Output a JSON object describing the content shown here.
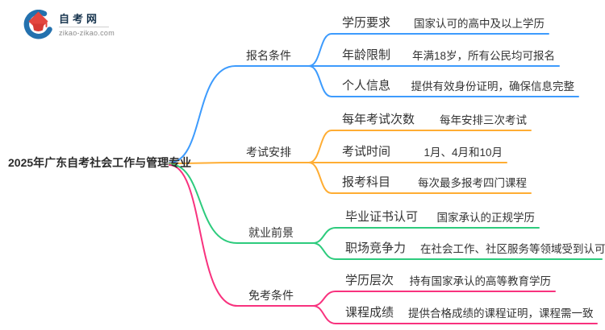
{
  "logo": {
    "title": "自考网",
    "domain": "zikao-zikao.com",
    "icon": "graduation-cap-icon"
  },
  "central_topic": "2025年广东自考社会工作与管理专业",
  "colors": {
    "branch1": "#3D9BFD",
    "branch2": "#FFAD33",
    "branch3": "#2DCB7D",
    "branch4": "#F8327E",
    "logo_blue": "#2471AE",
    "logo_red": "#E4463F",
    "text": "#333333"
  },
  "mindmap": {
    "branches": [
      {
        "label": "报名条件",
        "color": "#3D9BFD",
        "children": [
          {
            "label": "学历要求",
            "value": "国家认可的高中及以上学历"
          },
          {
            "label": "年龄限制",
            "value": "年满18岁，所有公民均可报名"
          },
          {
            "label": "个人信息",
            "value": "提供有效身份证明，确保信息完整"
          }
        ]
      },
      {
        "label": "考试安排",
        "color": "#FFAD33",
        "children": [
          {
            "label": "每年考试次数",
            "value": "每年安排三次考试"
          },
          {
            "label": "考试时间",
            "value": "1月、4月和10月"
          },
          {
            "label": "报考科目",
            "value": "每次最多报考四门课程"
          }
        ]
      },
      {
        "label": "就业前景",
        "color": "#2DCB7D",
        "children": [
          {
            "label": "毕业证书认可",
            "value": "国家承认的正规学历"
          },
          {
            "label": "职场竞争力",
            "value": "在社会工作、社区服务等领域受到认可"
          }
        ]
      },
      {
        "label": "免考条件",
        "color": "#F8327E",
        "children": [
          {
            "label": "学历层次",
            "value": "持有国家承认的高等教育学历"
          },
          {
            "label": "课程成绩",
            "value": "提供合格成绩的课程证明，课程需一致"
          }
        ]
      }
    ]
  }
}
